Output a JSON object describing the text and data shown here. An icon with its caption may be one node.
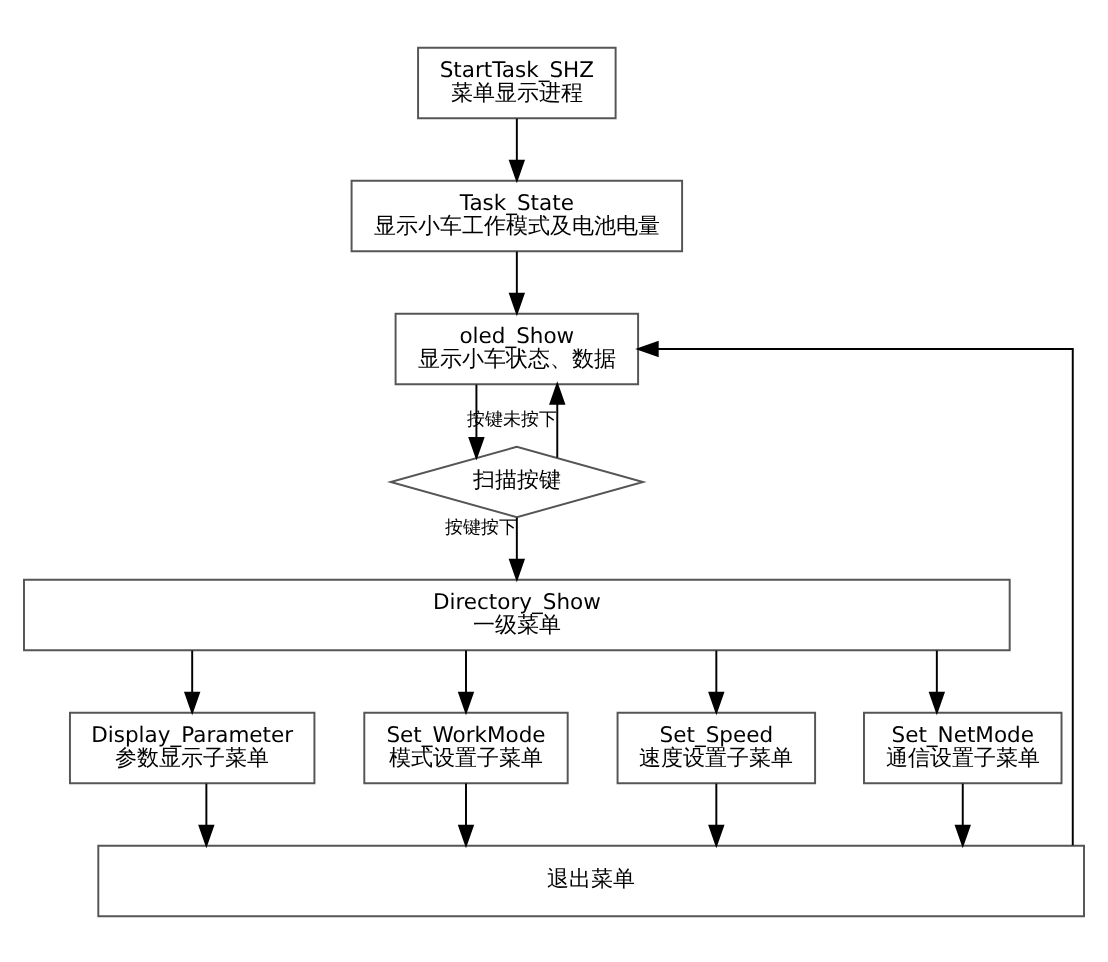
{
  "diagram": {
    "nodes": [
      {
        "text": [
          "StartTask_SHZ",
          "菜单显示进程"
        ]
      },
      {
        "text": [
          "Task_State",
          "显示小车工作模式及电池电量"
        ]
      },
      {
        "text": [
          "oled_Show",
          "显示小车状态、数据"
        ]
      },
      {
        "text": [
          "扫描按键"
        ]
      },
      {
        "text": [
          "Directory_Show",
          "一级菜单"
        ]
      },
      {
        "text": [
          "Display_Parameter",
          "参数显示子菜单"
        ]
      },
      {
        "text": [
          "Set_WorkMode",
          "模式设置子菜单"
        ]
      },
      {
        "text": [
          "Set_Speed",
          "速度设置子菜单"
        ]
      },
      {
        "text": [
          "Set_NetMode",
          "通信设置子菜单"
        ]
      },
      {
        "text": [
          "退出菜单"
        ]
      }
    ],
    "edges": [
      {
        "from": 0,
        "to": 1,
        "arrow": "to"
      },
      {
        "from": 1,
        "to": 2,
        "arrow": "to"
      },
      {
        "from": 2,
        "to": 3,
        "arrow": "to"
      },
      {
        "from": 3,
        "to": 2,
        "arrow": "to",
        "label": "按键未按下"
      },
      {
        "from": 3,
        "to": 4,
        "arrow": "to",
        "label": "按键按下"
      },
      {
        "from": 4,
        "to": 5,
        "arrow": "to"
      },
      {
        "from": 4,
        "to": 6,
        "arrow": "to"
      },
      {
        "from": 4,
        "to": 7,
        "arrow": "to"
      },
      {
        "from": 4,
        "to": 8,
        "arrow": "to"
      },
      {
        "from": 5,
        "to": 9,
        "arrow": "to"
      },
      {
        "from": 6,
        "to": 9,
        "arrow": "to"
      },
      {
        "from": 7,
        "to": 9,
        "arrow": "to"
      },
      {
        "from": 8,
        "to": 9,
        "arrow": "to"
      },
      {
        "from": 9,
        "to": 2,
        "arrow": "to"
      }
    ]
  }
}
